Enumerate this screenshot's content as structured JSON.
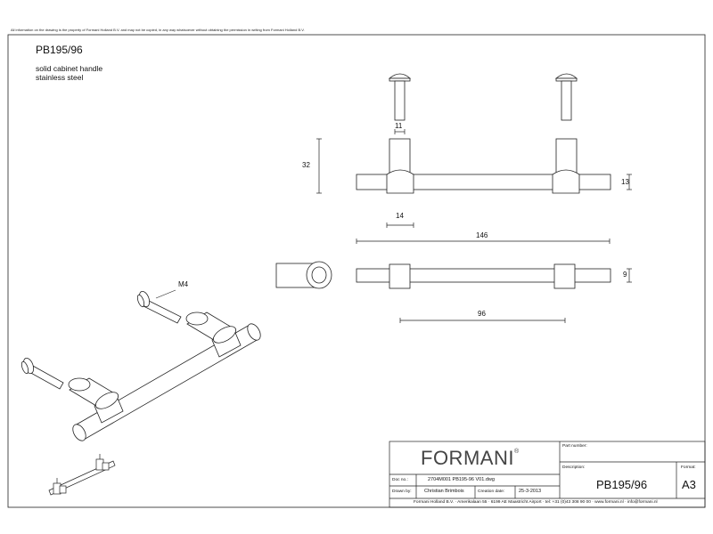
{
  "header": {
    "disclaimer": "All information on the drawing is the property of Formani Holland B.V. and may not be copied, in any way whatsoever without obtaining the permission in writing from Formani Holland B.V.",
    "part_title": "PB195/96",
    "description_lines": [
      "solid cabinet handle",
      "stainless steel"
    ]
  },
  "dimensions": {
    "screw_width": "11",
    "height": "32",
    "bar_diameter": "13",
    "post_width": "14",
    "overall_length": "146",
    "side_width": "9",
    "center_distance": "96",
    "thread": "M4"
  },
  "title_block": {
    "logo": "FORMANI",
    "logo_mark": "®",
    "part_number_label": "Part number:",
    "description_label": "Description:",
    "description_value": "PB195/96",
    "format_label": "Format:",
    "format_value": "A3",
    "doc_no_label": "Doc no.:",
    "doc_no_value": "2704M001 PB195-96 V01.dwg",
    "drawn_by_label": "Drawn by:",
    "drawn_by_value": "Christian Brimbois",
    "creation_date_label": "Creation date:",
    "creation_date_value": "25-3-2013",
    "footer": "Formani Holland B.V.  ·  Amerikalaan 55  ·  6199 AE Maastricht Airport  ·  tel: +31 (0)43 308 90 00  ·  www.formani.nl  ·  info@formani.nl"
  }
}
